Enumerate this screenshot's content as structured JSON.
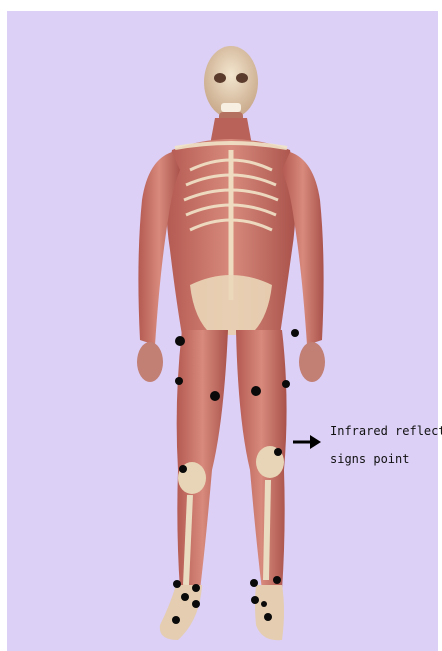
{
  "colors": {
    "background": "#dcd0f6",
    "muscle": "#c8706a",
    "bone": "#efe4cc",
    "marker": "#0a0a0a"
  },
  "image": {
    "subject": "anatomical-human-figure-front-view",
    "markers_count": 18
  },
  "annotation": {
    "line1": "Infrared reflecti",
    "line2": "signs point",
    "arrow_icon": "right-arrow-icon"
  }
}
